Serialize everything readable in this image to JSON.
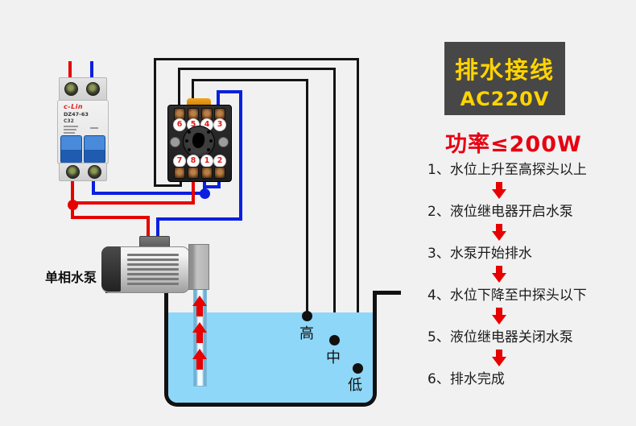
{
  "panel": {
    "title": "排水接线",
    "subtitle": "AC220V",
    "power_note": "功率≤200W",
    "steps": [
      "1、水位上升至高探头以上",
      "2、液位继电器开启水泵",
      "3、水泵开始排水",
      "4、水位下降至中探头以下",
      "5、液位继电器关闭水泵",
      "6、排水完成"
    ]
  },
  "breaker": {
    "brand": "c-Lin",
    "model": "DZ47-63",
    "rating": "C32"
  },
  "socket": {
    "top_terminals": [
      "6",
      "5",
      "4",
      "3"
    ],
    "bottom_terminals": [
      "7",
      "8",
      "1",
      "2"
    ]
  },
  "pump": {
    "label": "单相水泵"
  },
  "tank": {
    "probes": [
      {
        "label": "高"
      },
      {
        "label": "中"
      },
      {
        "label": "低"
      }
    ]
  },
  "colors": {
    "background": "#f1f1f1",
    "wire_live": "#e60000",
    "wire_neutral": "#0a1fe0",
    "wire_probe": "#141414",
    "water": "#8ed7f8",
    "title_bg": "#474747",
    "title_text": "#ffd400",
    "note_text": "#e60012",
    "flow_arrow": "#e80000"
  }
}
